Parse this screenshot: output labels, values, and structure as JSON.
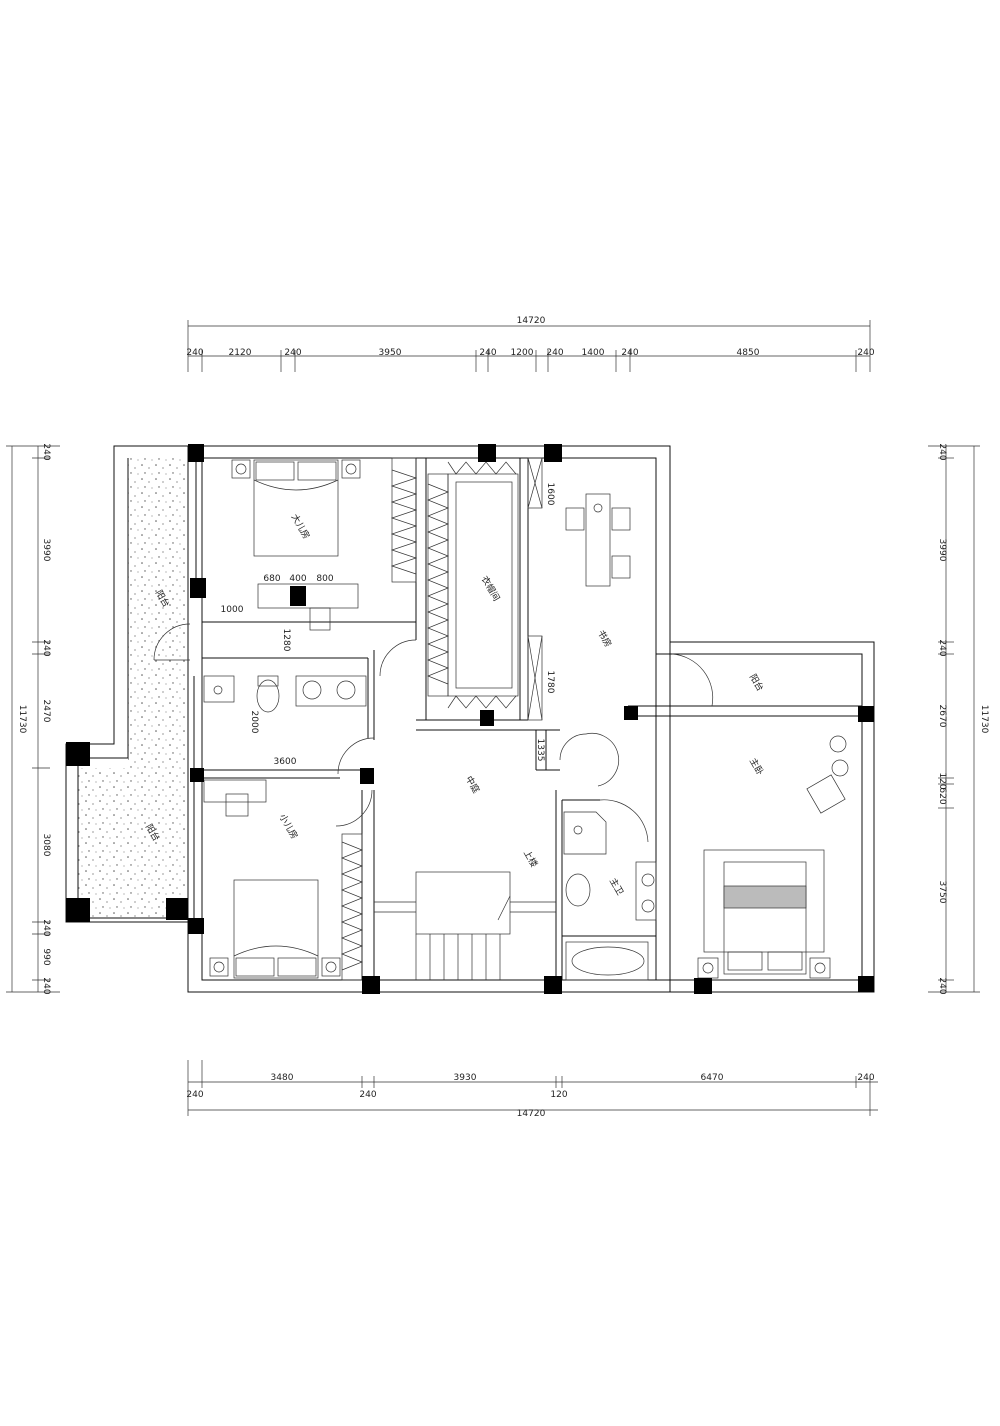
{
  "dimensions": {
    "top_total": "14720",
    "top_segments": [
      "240",
      "2120",
      "240",
      "3950",
      "240",
      "1200",
      "240",
      "1400",
      "240",
      "4850",
      "240"
    ],
    "bottom_segments_upper": [
      "3480",
      "3930",
      "6470",
      "240"
    ],
    "bottom_segments_lower": [
      "240",
      "240",
      "120"
    ],
    "bottom_total": "14720",
    "left_total": "11730",
    "left_segments": [
      "240",
      "3990",
      "240",
      "2470",
      "3080",
      "240",
      "990",
      "240"
    ],
    "right_total": "11730",
    "right_segments": [
      "240",
      "3990",
      "240",
      "2670",
      "120",
      "620",
      "3750",
      "240"
    ],
    "interior": [
      "680",
      "400",
      "800",
      "1000",
      "1280",
      "2000",
      "3600",
      "1600",
      "1780",
      "1335"
    ]
  },
  "rooms": {
    "big_child_room": "大儿房",
    "small_child_room": "小儿房",
    "cloakroom": "衣帽间",
    "study": "书房",
    "balcony_left_top": "阳台",
    "balcony_left_bottom": "阳台",
    "balcony_right": "阳台",
    "master_bedroom": "主卧",
    "master_bath": "主卫",
    "atrium": "中庭",
    "stairs_up": "上楼"
  }
}
